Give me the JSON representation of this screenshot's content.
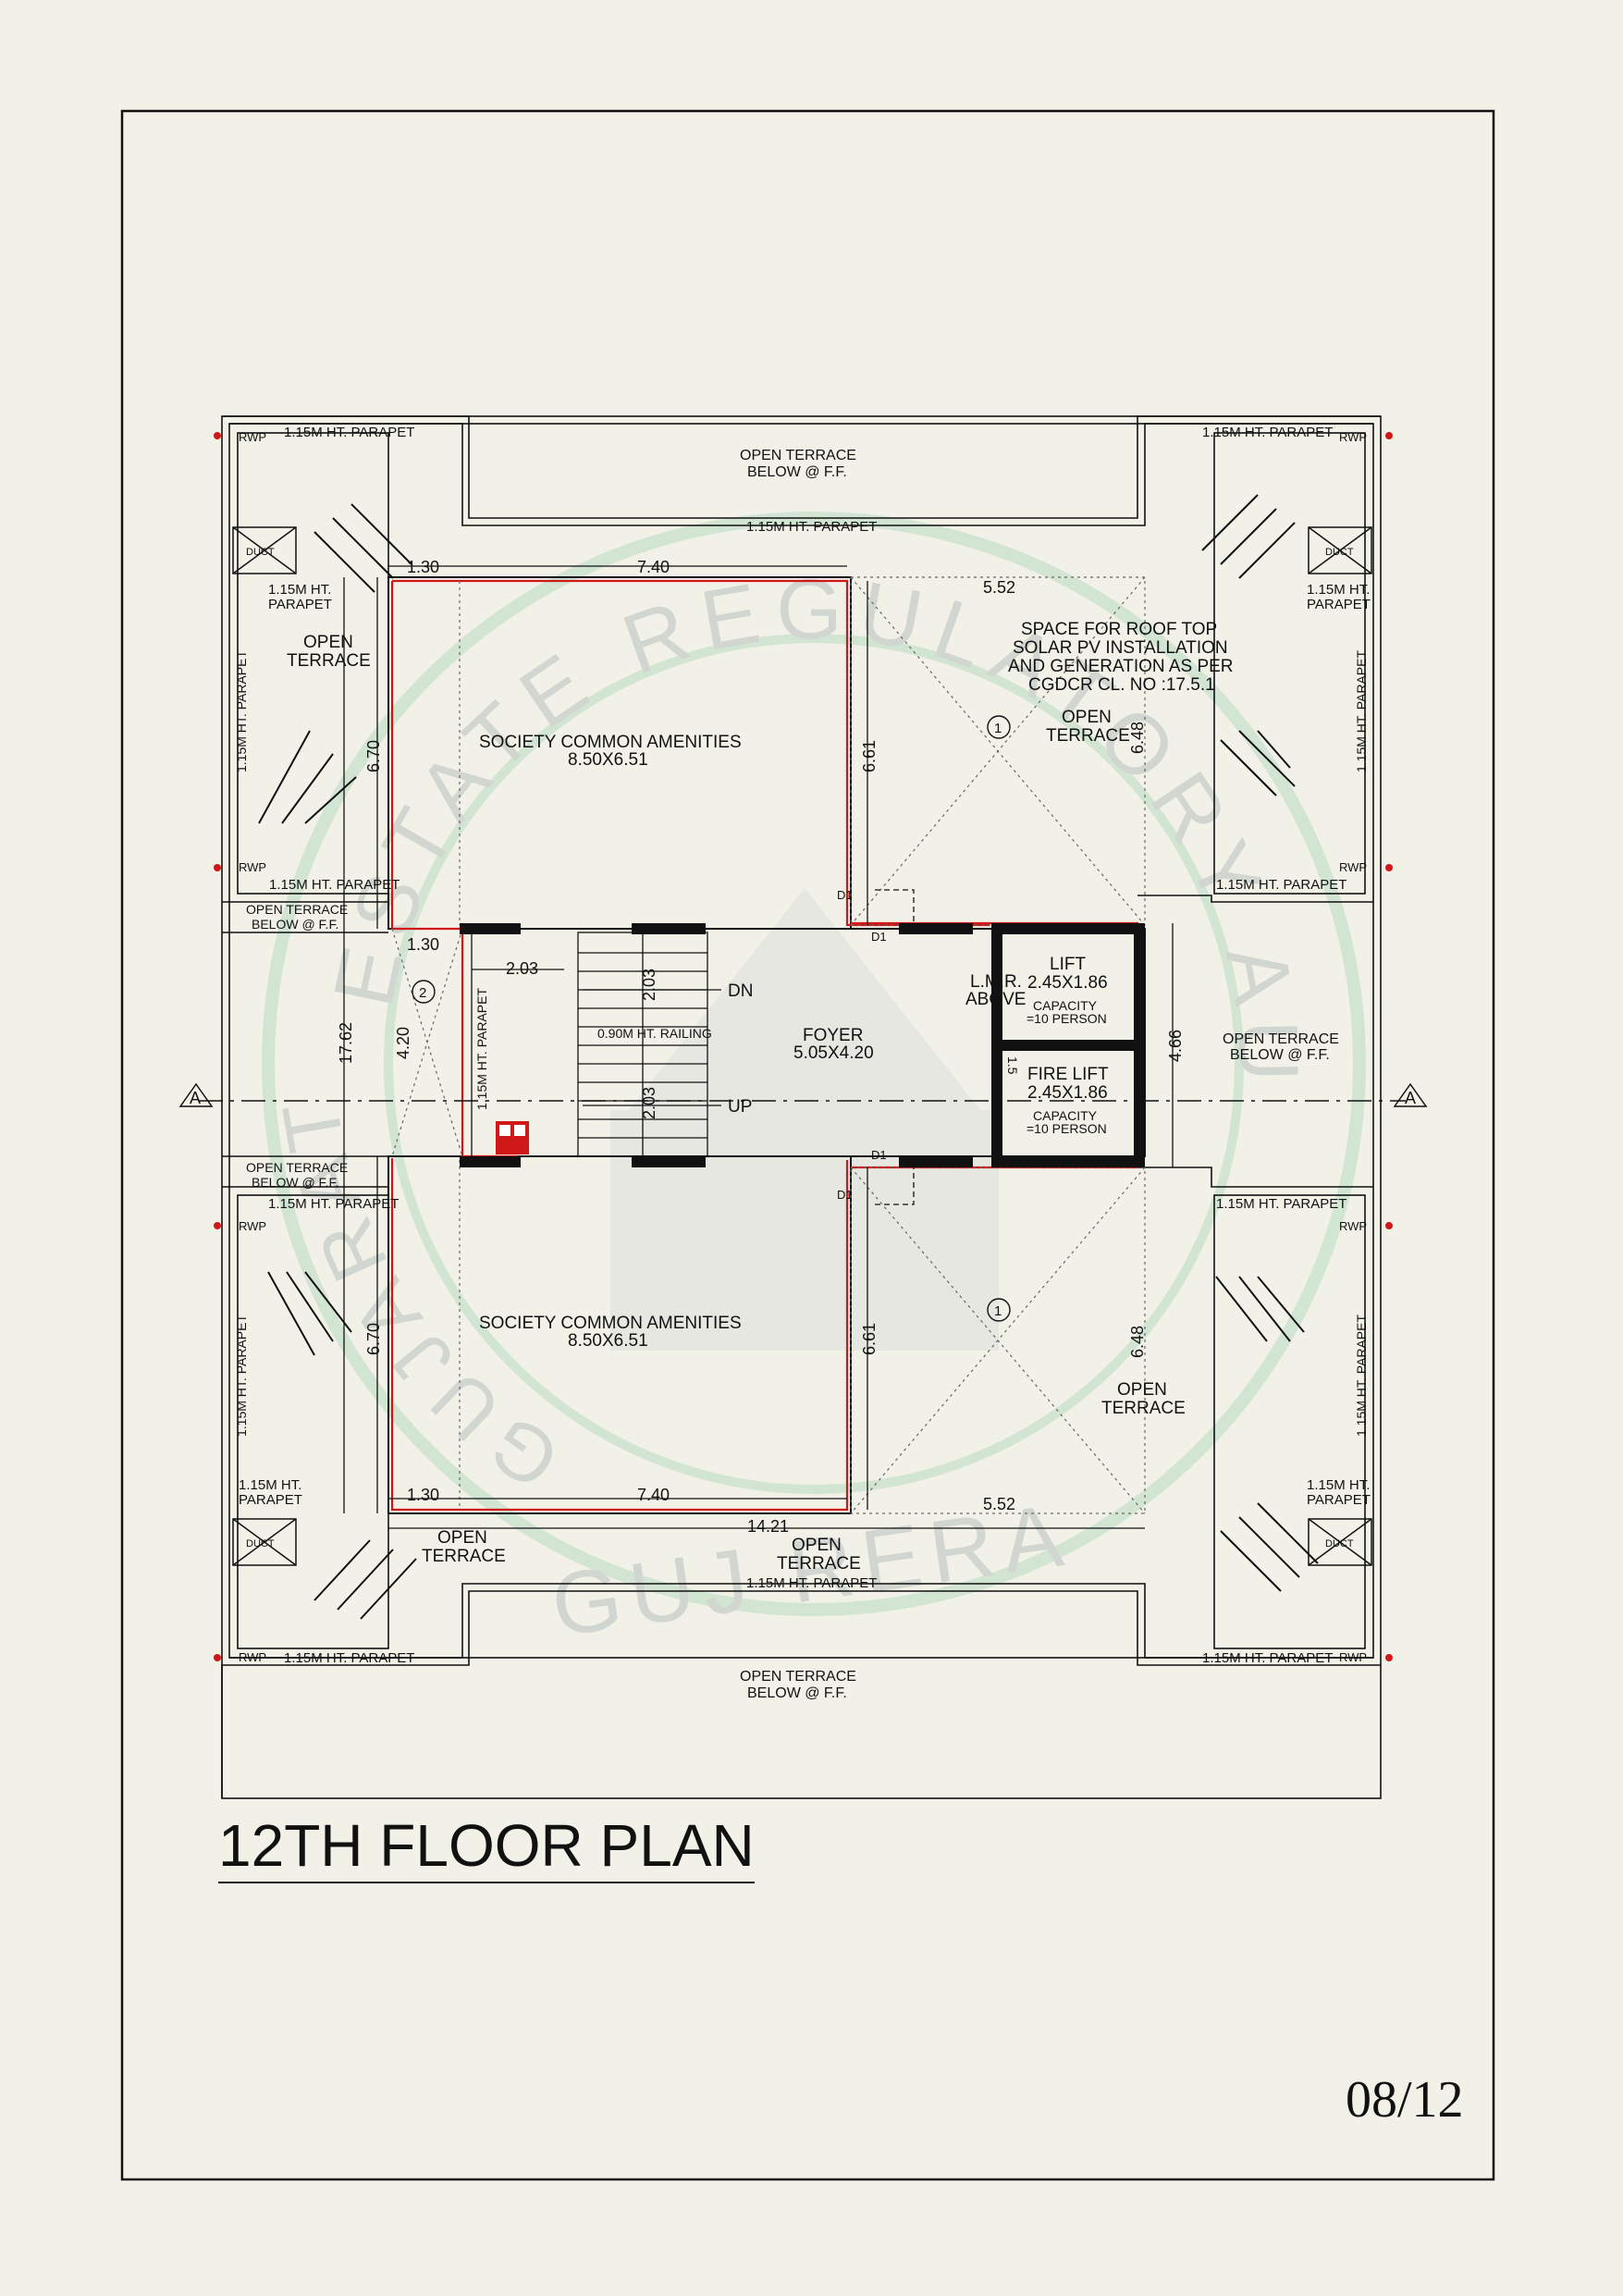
{
  "drawing": {
    "title": "12TH FLOOR PLAN",
    "page_number": "08/12",
    "watermark": {
      "ring_top": "ESTATE REGULATORY AUTHORITY",
      "ring_left": "GUJARAT",
      "bottom": "GUJ RERA"
    }
  },
  "labels": {
    "parapet": "1.15M HT. PARAPET",
    "parapet_ht_1": "1.15M HT.",
    "parapet_ht_2": "PARAPET",
    "rwp": "RWP",
    "duct": "DUCT",
    "terrace_below_1": "OPEN TERRACE",
    "terrace_below_2": "BELOW @ F.F.",
    "open": "OPEN",
    "terrace": "TERRACE",
    "open_terrace": "OPEN TERRACE",
    "amenities": "SOCIETY COMMON AMENITIES",
    "amenities_size": "8.50X6.51",
    "solar_1": "SPACE FOR ROOF TOP",
    "solar_2": "SOLAR PV INSTALLATION",
    "solar_3": "AND GENERATION AS PER",
    "solar_4": "CGDCR CL. NO :17.5.1",
    "foyer": "FOYER",
    "foyer_size": "5.05X4.20",
    "lmr_1": "L.M.R.",
    "lmr_2": "ABOVE",
    "lift": "LIFT",
    "fire_lift": "FIRE LIFT",
    "lift_size": "2.45X1.86",
    "capacity": "CAPACITY",
    "persons": "=10 PERSON",
    "railing": "0.90M HT. RAILING",
    "dn": "DN",
    "up": "UP",
    "d1": "D1",
    "section": "A",
    "mark1": "1",
    "mark2": "2"
  },
  "dimensions": {
    "d130": "1.30",
    "d740": "7.40",
    "d552": "5.52",
    "d670": "6.70",
    "d661": "6.61",
    "d648": "6.48",
    "d1762": "17.62",
    "d420": "4.20",
    "d203": "2.03",
    "d466": "4.66",
    "d1421": "14.21",
    "d15": "1.5"
  },
  "colors": {
    "line": "#111111",
    "red": "#d01818",
    "watermark": "#b8dcc4"
  }
}
